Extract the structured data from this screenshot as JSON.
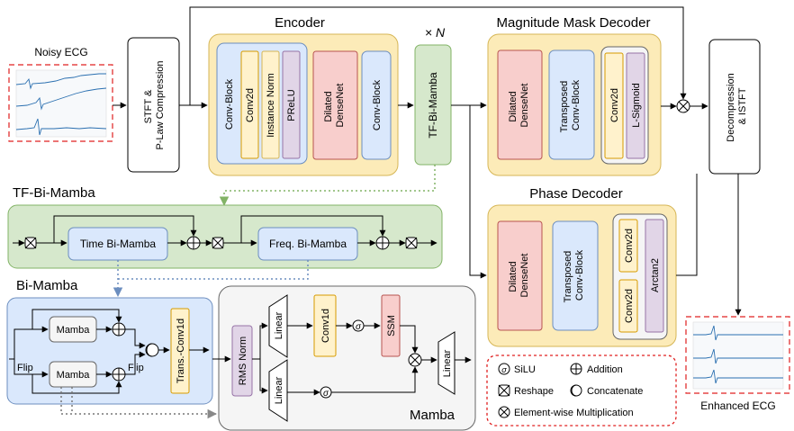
{
  "titles": {
    "encoder": "Encoder",
    "magnitude_decoder": "Magnitude Mask Decoder",
    "phase_decoder": "Phase Decoder",
    "tf_bimamba_section": "TF-Bi-Mamba",
    "bimamba_section": "Bi-Mamba",
    "mamba_section": "Mamba",
    "repeat": "× N"
  },
  "io": {
    "noisy": "Noisy ECG",
    "enhanced": "Enhanced ECG",
    "stft": [
      "STFT &",
      "P-Law Compression"
    ],
    "istft": [
      "Decompression",
      "& ISTFT"
    ]
  },
  "encoder": {
    "conv_block": "Conv-Block",
    "conv2d": "Conv2d",
    "instance_norm": "Instance Norm",
    "prelu": "PReLU",
    "dilated": [
      "Dilated",
      "DenseNet"
    ],
    "conv_block2": "Conv-Block"
  },
  "tf_bimamba_block": "TF-Bi-Mamba",
  "magnitude": {
    "dilated": [
      "Dilated",
      "DenseNet"
    ],
    "transposed": [
      "Transposed",
      "Conv-Block"
    ],
    "conv2d": "Conv2d",
    "lsigmoid": "L-Sigmoid"
  },
  "phase": {
    "dilated": [
      "Dilated",
      "DenseNet"
    ],
    "transposed": [
      "Transposed",
      "Conv-Block"
    ],
    "conv2d_a": "Conv2d",
    "conv2d_b": "Conv2d",
    "arctan": "Arctan2"
  },
  "tfbm": {
    "time": "Time Bi-Mamba",
    "freq": "Freq. Bi-Mamba"
  },
  "bimamba": {
    "mamba_top": "Mamba",
    "mamba_bottom": "Mamba",
    "flip_left": "Flip",
    "flip_right": "Flip",
    "trans_conv": "Trans.-Conv1d"
  },
  "mamba": {
    "rms": "RMS Norm",
    "linear_top": "Linear",
    "linear_bottom": "Linear",
    "linear_out": "Linear",
    "conv1d": "Conv1d",
    "ssm": "SSM"
  },
  "legend": {
    "silu": "SiLU",
    "addition": "Addition",
    "reshape": "Reshape",
    "concatenate": "Concatenate",
    "multiplication": "Element-wise Multiplication"
  },
  "colors": {
    "encoder_bg": "#fcebb8",
    "green_bg": "#d6e8cc",
    "blue_box": "#dae8fc",
    "blue_border": "#6c8ebf",
    "red_box": "#f8cecc",
    "red_border": "#b85450",
    "purple_box": "#e1d5e7",
    "purple_border": "#9673a6",
    "yellow_box": "#fff2cc",
    "yellow_border": "#d6b656",
    "orange_border": "#d79b00",
    "grey_bg": "#f5f5f5",
    "dotted_green": "#82b366",
    "dotted_blue": "#6c8ebf",
    "legend_border": "#e02020"
  }
}
